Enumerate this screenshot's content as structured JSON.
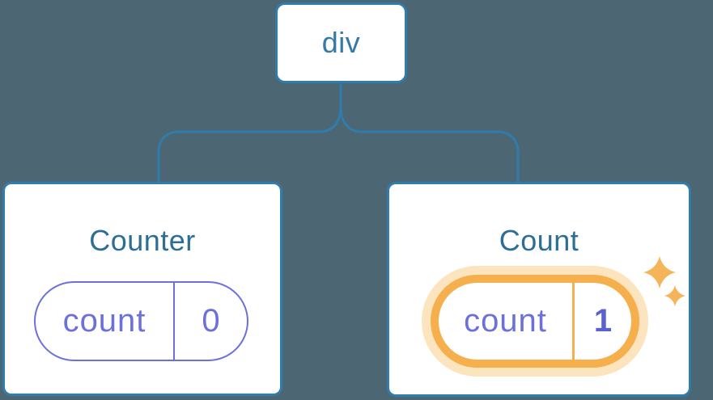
{
  "canvas": {
    "background": "#4D6673"
  },
  "colors": {
    "edge_blue": "#2E7DAC",
    "node_text_blue": "#3579A6",
    "title_blue": "#2D6E96",
    "state_purple": "#6B70DC",
    "value_purple_bold": "#5A62D2",
    "highlight_orange": "#F5AF4D",
    "highlight_orange_glow": "#FBE4BE",
    "sparkle_orange": "#F6B45A",
    "card_background": "#FFFFFF"
  },
  "diagram": {
    "type": "component-tree",
    "root": {
      "label": "div"
    },
    "children": [
      {
        "title": "Counter",
        "state": {
          "name": "count",
          "value": "0"
        },
        "highlighted": false
      },
      {
        "title": "Count",
        "state": {
          "name": "count",
          "value": "1"
        },
        "highlighted": true
      }
    ]
  }
}
